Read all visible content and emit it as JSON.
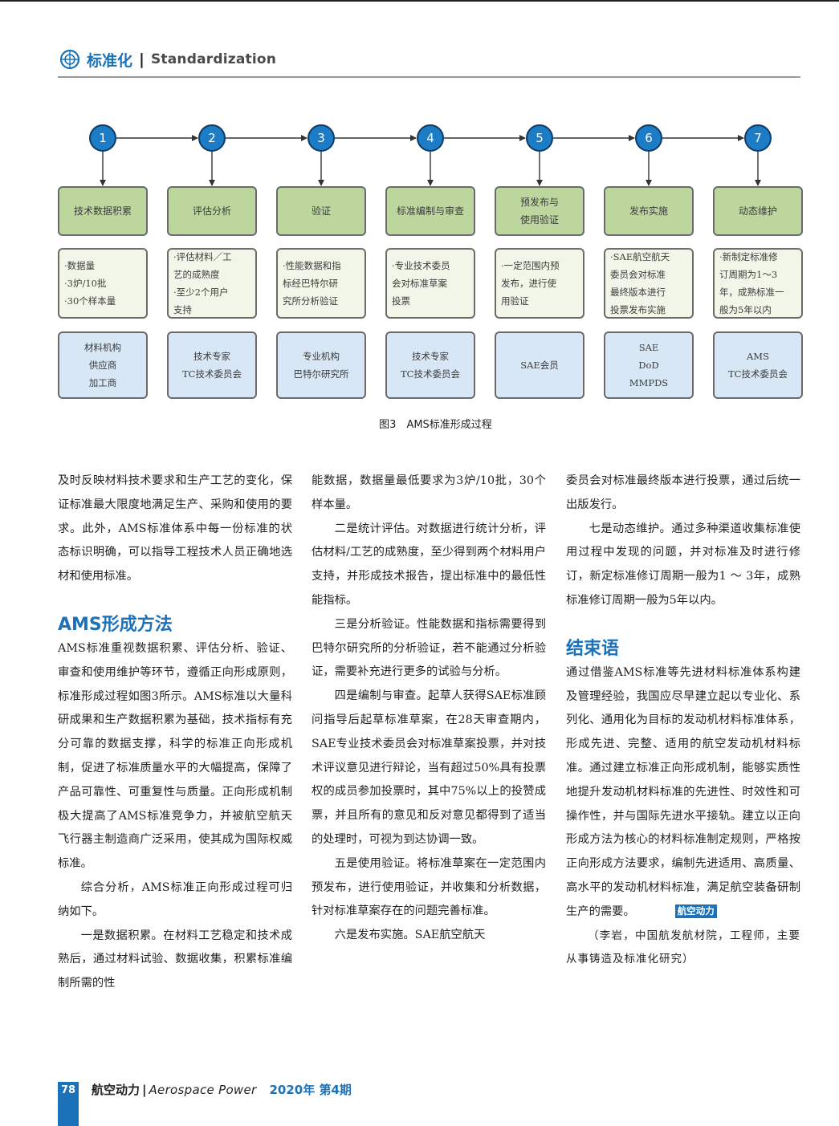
{
  "header": {
    "section_cn": "标准化",
    "section_sep": "|",
    "section_en": "Standardization"
  },
  "diagram": {
    "steps": [
      {
        "num": "1",
        "stage": "技术数据积累",
        "detail": "·数据量\n·3炉/10批\n·30个样本量",
        "actor": "材料机构\n供应商\n加工商"
      },
      {
        "num": "2",
        "stage": "评估分析",
        "detail": "·评估材料／工\n艺的成熟度\n·至少2个用户\n支持",
        "actor": "技术专家\nTC技术委员会"
      },
      {
        "num": "3",
        "stage": "验证",
        "detail": "·性能数据和指\n标经巴特尔研\n究所分析验证",
        "actor": "专业机构\n巴特尔研究所"
      },
      {
        "num": "4",
        "stage": "标准编制与审查",
        "detail": "·专业技术委员\n会对标准草案\n投票",
        "actor": "技术专家\nTC技术委员会"
      },
      {
        "num": "5",
        "stage": "预发布与\n使用验证",
        "detail": "·一定范围内预\n发布，进行使\n用验证",
        "actor": "SAE会员"
      },
      {
        "num": "6",
        "stage": "发布实施",
        "detail": "·SAE航空航天\n委员会对标准\n最终版本进行\n投票发布实施",
        "actor": "SAE\nDoD\nMMPDS"
      },
      {
        "num": "7",
        "stage": "动态维护",
        "detail": "·新制定标准修\n订周期为1～3\n年，成熟标准一\n般为5年以内",
        "actor": "AMS\nTC技术委员会"
      }
    ],
    "caption": "图3　AMS标准形成过程"
  },
  "body": {
    "col1_p1": "及时反映材料技术要求和生产工艺的变化，保证标准最大限度地满足生产、采购和使用的要求。此外，AMS标准体系中每一份标准的状态标识明确，可以指导工程技术人员正确地选材和使用标准。",
    "heading1": "AMS形成方法",
    "col1_p2": "AMS标准重视数据积累、评估分析、验证、审查和使用维护等环节，遵循正向形成原则，标准形成过程如图3所示。AMS标准以大量科研成果和生产数据积累为基础，技术指标有充分可靠的数据支撑，科学的标准正向形成机制，促进了标准质量水平的大幅提高，保障了产品可靠性、可重复性与质量。正向形成机制极大提高了AMS标准竞争力，并被航空航天飞行器主制造商广泛采用，使其成为国际权威标准。",
    "col1_p3": "综合分析，AMS标准正向形成过程可归纳如下。",
    "col1_p4": "一是数据积累。在材料工艺稳定和技术成熟后，通过材料试验、数据收集，积累标准编制所需的性",
    "col2_p1": "能数据，数据量最低要求为3炉/10批，30个样本量。",
    "col2_p2": "二是统计评估。对数据进行统计分析，评估材料/工艺的成熟度，至少得到两个材料用户支持，并形成技术报告，提出标准中的最低性能指标。",
    "col2_p3": "三是分析验证。性能数据和指标需要得到巴特尔研究所的分析验证，若不能通过分析验证，需要补充进行更多的试验与分析。",
    "col2_p4": "四是编制与审查。起草人获得SAE标准顾问指导后起草标准草案，在28天审查期内，SAE专业技术委员会对标准草案投票，并对技术评议意见进行辩论，当有超过50%具有投票权的成员参加投票时，其中75%以上的投赞成票，并且所有的意见和反对意见都得到了适当的处理时，可视为到达协调一致。",
    "col2_p5": "五是使用验证。将标准草案在一定范围内预发布，进行使用验证，并收集和分析数据，针对标准草案存在的问题完善标准。",
    "col2_p6": "六是发布实施。SAE航空航天",
    "col3_p1": "委员会对标准最终版本进行投票，通过后统一出版发行。",
    "col3_p2": "七是动态维护。通过多种渠道收集标准使用过程中发现的问题，并对标准及时进行修订，新定标准修订周期一般为1 ～ 3年，成熟标准修订周期一般为5年以内。",
    "heading2": "结束语",
    "col3_p3": "通过借鉴AMS标准等先进材料标准体系构建及管理经验，我国应尽早建立起以专业化、系列化、通用化为目标的发动机材料标准体系，形成先进、完整、适用的航空发动机材料标准。通过建立标准正向形成机制，能够实质性地提升发动机材料标准的先进性、时效性和可操作性，并与国际先进水平接轨。建立以正向形成方法为核心的材料标准制定规则，严格按正向形成方法要求，编制先进适用、高质量、高水平的发动机材料标准，满足航空装备研制生产的需要。",
    "end_badge": "航空动力",
    "author": "（李岩，中国航发航材院，工程师，主要从事铸造及标准化研究）"
  },
  "footer": {
    "page": "78",
    "journal_cn": "航空动力",
    "sep": "|",
    "journal_en": "Aerospace Power",
    "issue": "2020年 第4期"
  },
  "colors": {
    "accent": "#1c72b8",
    "stage_fill": "#bcd69e",
    "detail_fill": "#f2f6e8",
    "actor_fill": "#d7e7f5"
  }
}
